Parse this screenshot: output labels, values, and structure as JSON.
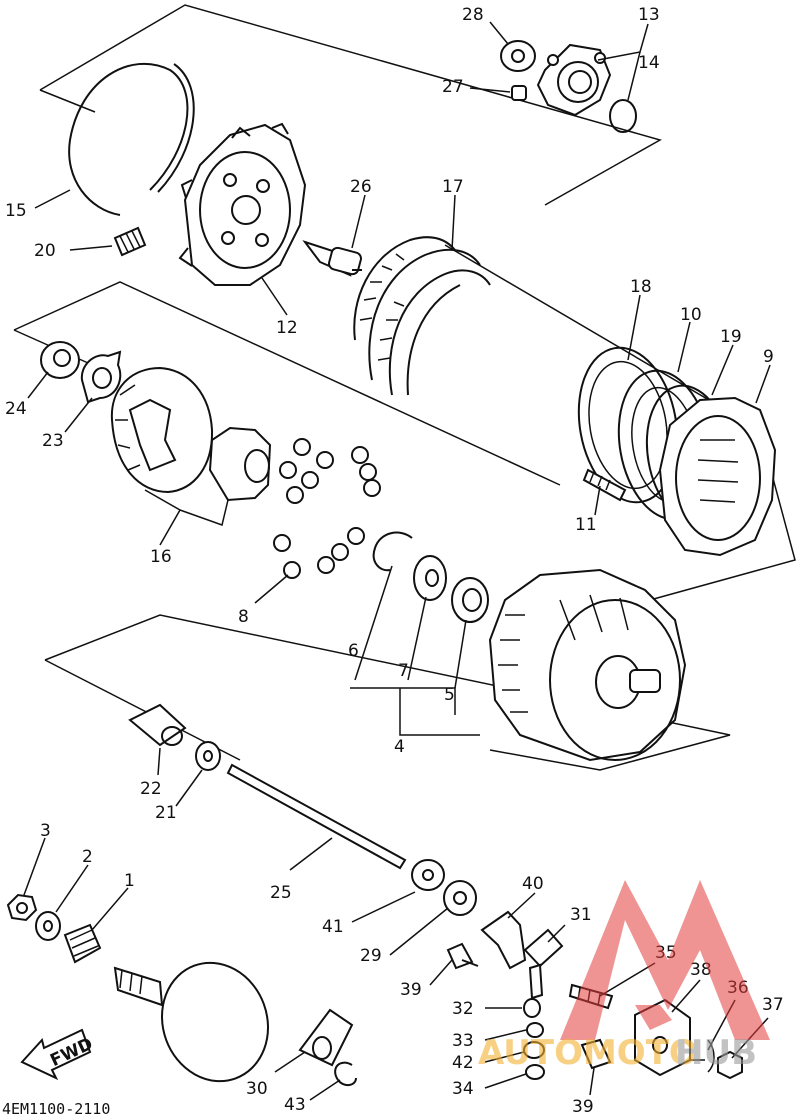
{
  "diagram": {
    "code": "4EM1100-2110",
    "fwd_label": "FWD",
    "colors": {
      "line": "#111111",
      "watermark_red": "#e23b3b",
      "watermark_gold": "#f2b233",
      "watermark_grey": "#9a9a9a"
    },
    "callouts": [
      {
        "num": "28"
      },
      {
        "num": "13"
      },
      {
        "num": "14"
      },
      {
        "num": "27"
      },
      {
        "num": "15"
      },
      {
        "num": "26"
      },
      {
        "num": "17"
      },
      {
        "num": "20"
      },
      {
        "num": "12"
      },
      {
        "num": "18"
      },
      {
        "num": "10"
      },
      {
        "num": "19"
      },
      {
        "num": "9"
      },
      {
        "num": "24"
      },
      {
        "num": "23"
      },
      {
        "num": "16"
      },
      {
        "num": "11"
      },
      {
        "num": "8"
      },
      {
        "num": "6"
      },
      {
        "num": "7"
      },
      {
        "num": "5"
      },
      {
        "num": "4"
      },
      {
        "num": "22"
      },
      {
        "num": "21"
      },
      {
        "num": "3"
      },
      {
        "num": "2"
      },
      {
        "num": "1"
      },
      {
        "num": "25"
      },
      {
        "num": "40"
      },
      {
        "num": "41"
      },
      {
        "num": "29"
      },
      {
        "num": "31"
      },
      {
        "num": "35"
      },
      {
        "num": "38"
      },
      {
        "num": "39"
      },
      {
        "num": "36"
      },
      {
        "num": "37"
      },
      {
        "num": "32"
      },
      {
        "num": "33"
      },
      {
        "num": "42"
      },
      {
        "num": "30"
      },
      {
        "num": "43"
      },
      {
        "num": "34"
      },
      {
        "num": "39"
      }
    ]
  },
  "watermark": {
    "brand_part1": "AUTOMOTO",
    "brand_part2": "HUB",
    "logo_icon": "triangle-logo-icon"
  }
}
